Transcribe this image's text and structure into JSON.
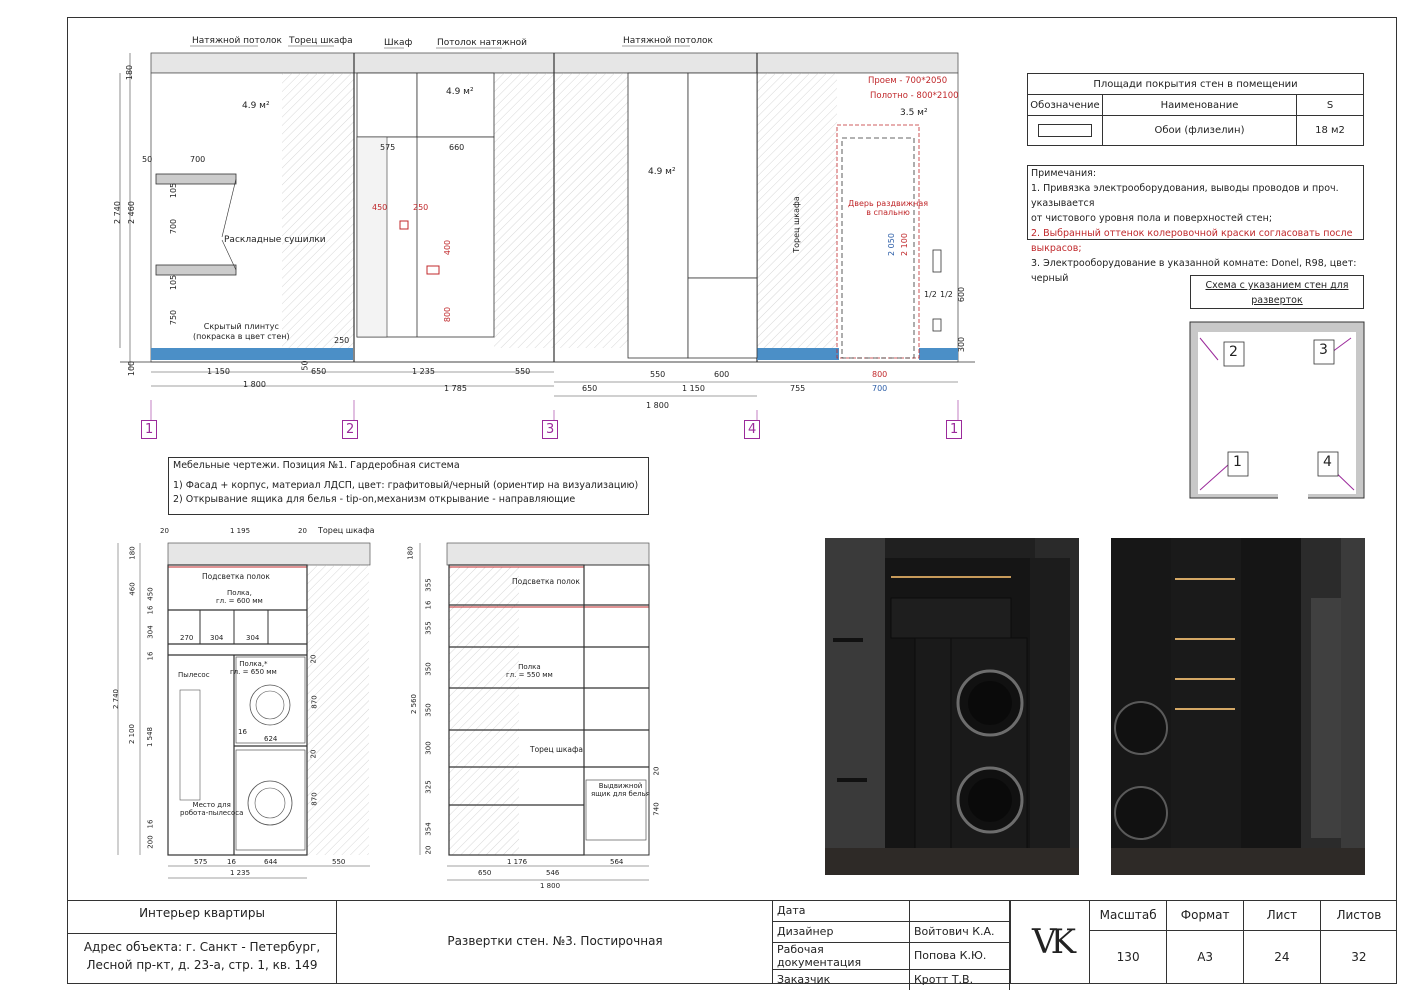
{
  "elevation": {
    "labels": {
      "ceiling1": "Натяжной потолок",
      "cab_end1": "Торец шкафа",
      "wardrobe": "Шкаф",
      "ceiling2": "Потолок натяжной",
      "ceiling3": "Натяжной потолок",
      "dryers": "Раскладные сушилки",
      "plinth": "Скрытый плинтус\n(покраска в цвет стен)",
      "cab_end2": "Торец шкафа",
      "door": "Дверь раздвижная\nв спальню",
      "opening": "Проем - 700*2050",
      "leaf": "Полотно - 800*2100",
      "area1": "4.9 м²",
      "area2": "4.9 м²",
      "area3": "4.9 м²",
      "area4": "3.5 м²"
    },
    "dims": {
      "d180": "180",
      "d2740": "2 740",
      "d2460": "2 460",
      "d50": "50",
      "d700": "700",
      "d105a": "105",
      "d700b": "700",
      "d105b": "105",
      "d750": "750",
      "d100": "100",
      "d1150a": "1 150",
      "d650a": "650",
      "d1800a": "1 800",
      "d50b": "50",
      "d250a": "250",
      "d575": "575",
      "d660": "660",
      "d450": "450",
      "d250b": "250",
      "d400": "400",
      "d800a": "800",
      "d1235": "1 235",
      "d550a": "550",
      "d1785": "1 785",
      "d650b": "650",
      "d550b": "550",
      "d600a": "600",
      "d1150b": "1 150",
      "d1800b": "1 800",
      "d755": "755",
      "d800b": "800",
      "d700c": "700",
      "d2050": "2 050",
      "d2100": "2 100",
      "d12a": "1/2",
      "d12b": "1/2",
      "d600b": "600",
      "d300": "300"
    },
    "markers": [
      "1",
      "2",
      "3",
      "4",
      "1"
    ]
  },
  "areas_table": {
    "title": "Площади покрытия стен в помещении",
    "headers": [
      "Обозначение",
      "Наименование",
      "S"
    ],
    "row": [
      "",
      "Обои (флизелин)",
      "18 м2"
    ]
  },
  "notes": {
    "title": "Примечания:",
    "line1": "1. Привязка электрооборудования, выводы проводов и проч. указывается",
    "line1b": "от чистового уровня пола и поверхностей стен;",
    "line2": "2. Выбранный оттенок колеровочной краски согласовать после выкрасов;",
    "line3": "3. Электрооборудование в указанной комнате: Donel, R98, цвет: черный"
  },
  "schema": {
    "title": "Схема с указанием стен для разверток",
    "n1": "1",
    "n2": "2",
    "n3": "3",
    "n4": "4"
  },
  "furniture_note": {
    "line1": "Мебельные чертежи. Позиция №1. Гардеробная система",
    "line2": "1) Фасад + корпус, материал ЛДСП, цвет: графитовый/черный (ориентир на визуализацию)",
    "line3": "2) Открывание ящика для белья - tip-on,механизм открывание - направляющие"
  },
  "drawing_left": {
    "labels": {
      "cab_end": "Торец шкафа",
      "light": "Подсветка полок",
      "shelf1": "Полка,\nгл. = 600 мм",
      "shelf2": "Полка,*\nгл. = 650 мм",
      "vacuum": "Пылесос",
      "vac_place": "Место для\nробота-пылесоса"
    },
    "dims": {
      "d20a": "20",
      "d1195": "1 195",
      "d20b": "20",
      "d180": "180",
      "d460": "460",
      "d450": "450",
      "d16a": "16",
      "d304a": "304",
      "d16b": "16",
      "d2740": "2 740",
      "d2100": "2 100",
      "d1548": "1 548",
      "d16c": "16",
      "d200": "200",
      "d270": "270",
      "d304b": "304",
      "d304c": "304",
      "d16d": "16",
      "d624": "624",
      "d870a": "870",
      "d870b": "870",
      "d20c": "20",
      "d20d": "20",
      "d575": "575",
      "d16e": "16",
      "d644": "644",
      "d550": "550",
      "d1235": "1 235"
    }
  },
  "drawing_right": {
    "labels": {
      "light": "Подсветка полок",
      "shelf": "Полка\nгл. = 550 мм",
      "cab_end": "Торец шкафа",
      "drawer": "Выдвижной\nящик для белья"
    },
    "dims": {
      "d180": "180",
      "d355a": "355",
      "d16a": "16",
      "d355b": "355",
      "d2560": "2 560",
      "d350a": "350",
      "d350b": "350",
      "d300": "300",
      "d325": "325",
      "d354": "354",
      "d20a": "20",
      "d740": "740",
      "d20b": "20",
      "d1176": "1 176",
      "d564": "564",
      "d650": "650",
      "d546": "546",
      "d1800": "1 800"
    }
  },
  "title_block": {
    "project": "Интерьер квартиры",
    "address1": "Адрес объекта: г. Санкт - Петербург,",
    "address2": "Лесной пр-кт, д. 23-а, стр. 1, кв. 149",
    "sheet_name": "Развертки стен. №3. Постирочная",
    "rows": [
      {
        "k": "Дата",
        "v": ""
      },
      {
        "k": "Дизайнер",
        "v": "Войтович К.А."
      },
      {
        "k": "Рабочая документация",
        "v": "Попова К.Ю."
      },
      {
        "k": "Заказчик",
        "v": "Кротт Т.В."
      }
    ],
    "logo": "VK",
    "headers": [
      "Масштаб",
      "Формат",
      "Лист",
      "Листов"
    ],
    "values": [
      "130",
      "А3",
      "24",
      "32"
    ]
  },
  "colors": {
    "accent_red": "#c0282b",
    "blue": "#4b8fc7",
    "magenta": "#9b2a9b",
    "dark": "#1b1b1b"
  }
}
